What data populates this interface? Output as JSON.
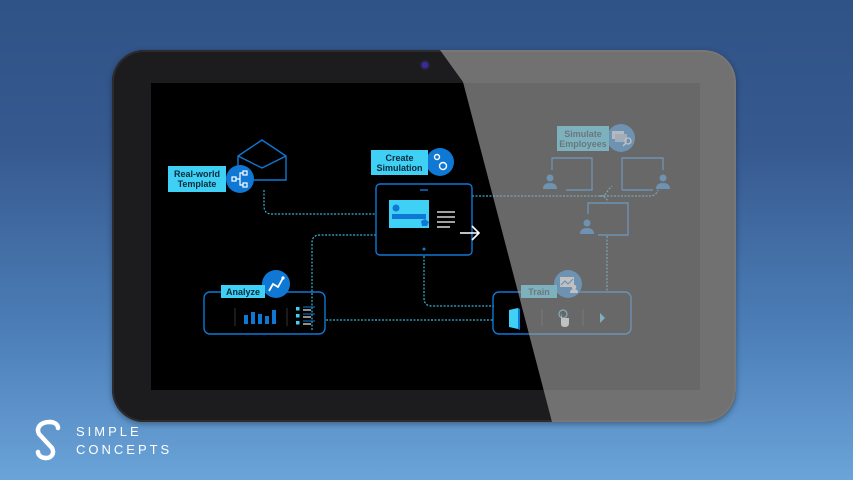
{
  "diagram": {
    "nodes": {
      "template": {
        "label": "Real-world Template",
        "icon": "hierarchy-icon"
      },
      "create": {
        "label": "Create Simulation",
        "icon": "gears-icon"
      },
      "employees": {
        "label": "Simulate Employees",
        "icon": "screen-search-icon"
      },
      "analyze": {
        "label": "Analyze",
        "icon": "line-chart-icon"
      },
      "train": {
        "label": "Train",
        "icon": "presentation-user-icon"
      }
    },
    "labels": {
      "template_line1": "Real-world",
      "template_line2": "Template",
      "create_line1": "Create",
      "create_line2": "Simulation",
      "employees_line1": "Simulate",
      "employees_line2": "Employees",
      "analyze": "Analyze",
      "train": "Train"
    }
  },
  "brand": {
    "line1": "SIMPLE",
    "line2": "CONCEPTS"
  },
  "colors": {
    "accent_cyan": "#3ed0f5",
    "accent_blue": "#0f78d4",
    "line_dashed": "#3ab0d6",
    "frame": "#1c1c1e"
  }
}
